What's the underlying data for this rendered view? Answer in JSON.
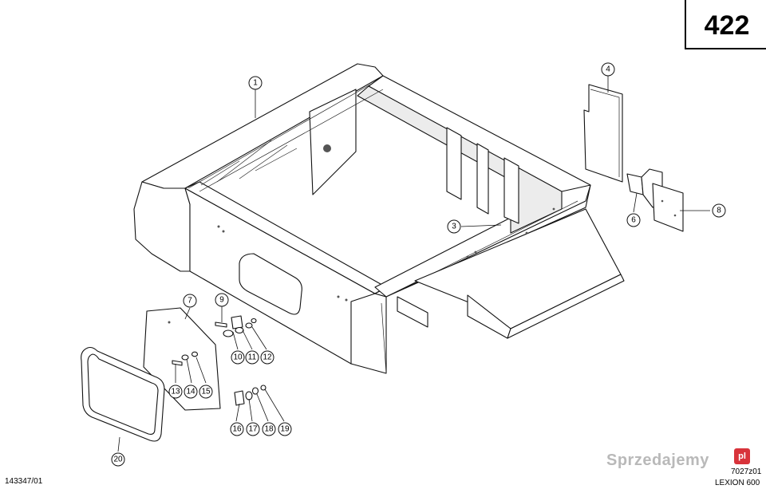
{
  "page": {
    "number": "422",
    "drawing_ref": "143347/01",
    "figure_code": "7027z01",
    "model": "LEXION  600",
    "watermark": "Sprzedajemy",
    "watermark_badge": "pl"
  },
  "callouts": [
    "1",
    "3",
    "4",
    "6",
    "7",
    "8",
    "9",
    "10",
    "11",
    "12",
    "13",
    "14",
    "15",
    "16",
    "17",
    "18",
    "19",
    "20"
  ]
}
